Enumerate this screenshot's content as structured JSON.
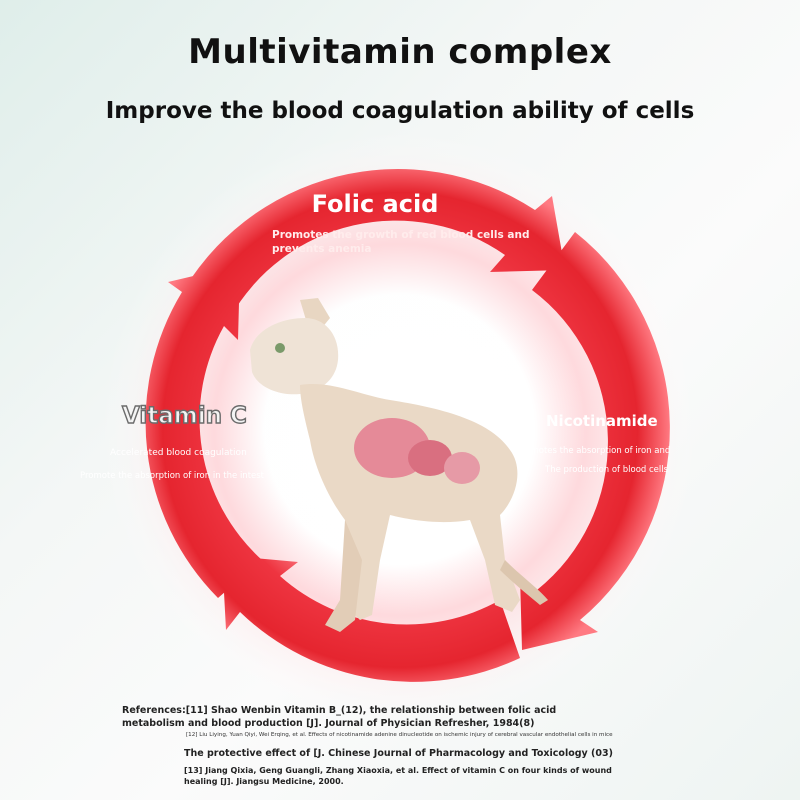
{
  "header": {
    "title": "Multivitamin complex",
    "subtitle": "Improve the blood coagulation ability of cells"
  },
  "colors": {
    "arrow": "#e8333f",
    "arrow_light": "#ff6b73",
    "glow": "#ffd9dc"
  },
  "cycle": {
    "folic": {
      "name": "Folic acid",
      "desc": "Promotes the growth of red blood cells and prevents anemia"
    },
    "vitc": {
      "name": "Vitamin C",
      "desc1": "Accelerated blood coagulation",
      "desc2": "Promote the absorption of iron in the intest"
    },
    "nico": {
      "name": "Nicotinamide",
      "desc1": "Promotes the absorption of iron and",
      "desc2": "The production of blood cells"
    }
  },
  "references": {
    "r1": "References:[11] Shao Wenbin Vitamin B_(12), the relationship between folic acid metabolism and blood production [J]. Journal of Physician Refresher, 1984(8)",
    "r2": "[12] Liu Liying, Yuan Qiyi, Wei Erqing, et al. Effects of nicotinamide adenine dinucleotide on ischemic injury of cerebral vascular endothelial cells in mice",
    "r3": "The protective effect of [J. Chinese Journal of Pharmacology and Toxicology (03)",
    "r4": "[13] Jiang Qixia, Geng Guangli, Zhang Xiaoxia, et al. Effect of vitamin C on four kinds of wound healing [J]. Jiangsu Medicine, 2000."
  }
}
